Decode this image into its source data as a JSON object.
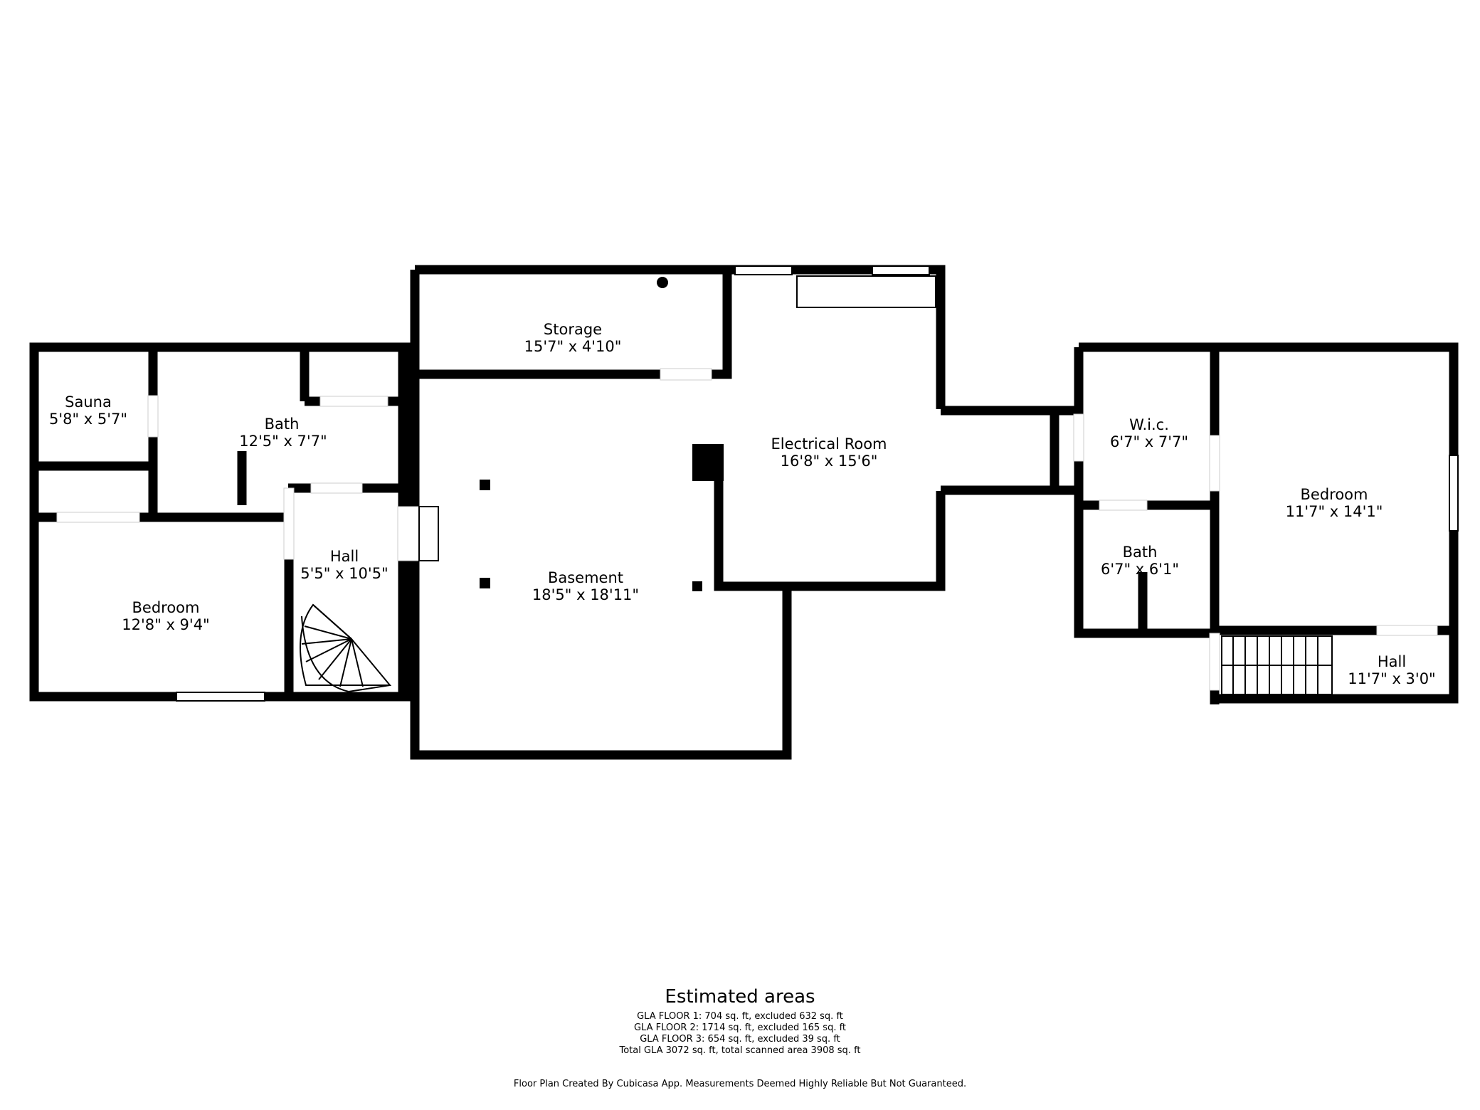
{
  "rooms": {
    "storage": {
      "name": "Storage",
      "dims": "15'7\" x 4'10\""
    },
    "sauna": {
      "name": "Sauna",
      "dims": "5'8\" x 5'7\""
    },
    "bath_left": {
      "name": "Bath",
      "dims": "12'5\" x 7'7\""
    },
    "hall_left": {
      "name": "Hall",
      "dims": "5'5\" x 10'5\""
    },
    "bedroom_left": {
      "name": "Bedroom",
      "dims": "12'8\" x 9'4\""
    },
    "basement": {
      "name": "Basement",
      "dims": "18'5\" x 18'11\""
    },
    "electrical": {
      "name": "Electrical Room",
      "dims": "16'8\" x 15'6\""
    },
    "wic": {
      "name": "W.i.c.",
      "dims": "6'7\" x 7'7\""
    },
    "bath_right": {
      "name": "Bath",
      "dims": "6'7\" x 6'1\""
    },
    "bedroom_right": {
      "name": "Bedroom",
      "dims": "11'7\" x 14'1\""
    },
    "hall_right": {
      "name": "Hall",
      "dims": "11'7\" x 3'0\""
    }
  },
  "areas": {
    "title": "Estimated areas",
    "lines": [
      "GLA FLOOR 1: 704 sq. ft, excluded 632 sq. ft",
      "GLA FLOOR 2: 1714 sq. ft, excluded 165 sq. ft",
      "GLA FLOOR 3: 654 sq. ft, excluded 39 sq. ft",
      "Total GLA 3072 sq. ft, total scanned area 3908 sq. ft"
    ]
  },
  "disclaimer": "Floor Plan Created By Cubicasa App. Measurements Deemed Highly Reliable But Not Guaranteed."
}
